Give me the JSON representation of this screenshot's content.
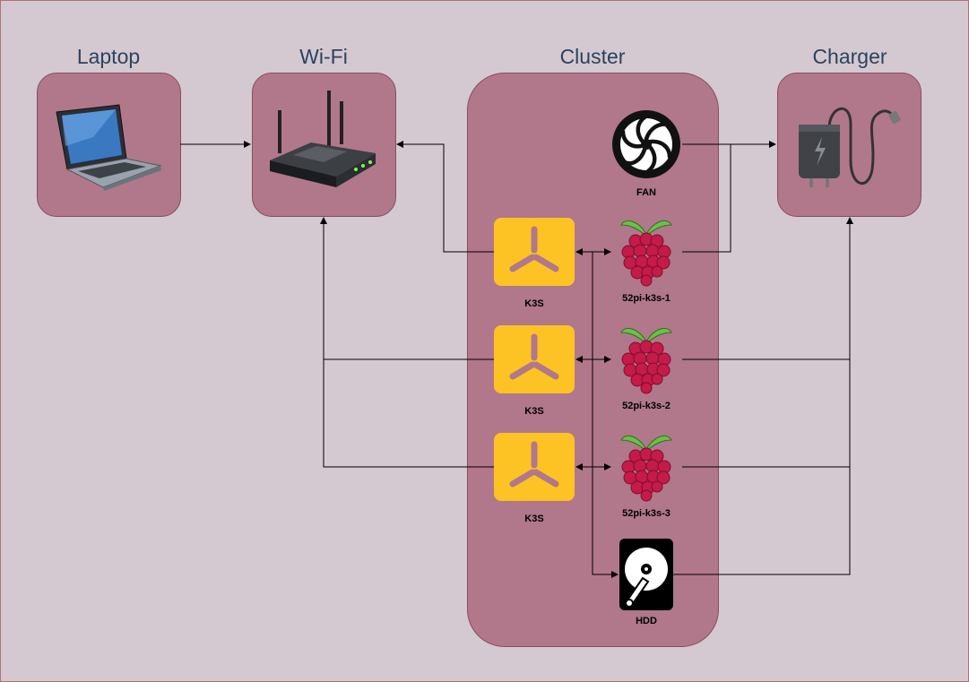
{
  "titles": {
    "laptop": "Laptop",
    "wifi": "Wi-Fi",
    "cluster": "Cluster",
    "charger": "Charger"
  },
  "labels": {
    "fan": "FAN",
    "k3s_1": "K3S",
    "k3s_2": "K3S",
    "k3s_3": "K3S",
    "pi_1": "52pi-k3s-1",
    "pi_2": "52pi-k3s-2",
    "pi_3": "52pi-k3s-3",
    "hdd": "HDD"
  },
  "colors": {
    "background": "#d4c9d0",
    "box_fill": "#b0788a",
    "box_border": "#8a4c5e",
    "title_text": "#2b4260",
    "k3s_yellow": "#fdc223",
    "raspberry_red": "#c51a4a",
    "leaf_green": "#6cc04a"
  },
  "icons": {
    "laptop": "laptop-icon",
    "router": "wifi-router-icon",
    "charger": "charger-icon",
    "fan": "fan-icon",
    "k3s": "k3s-logo-icon",
    "raspberry": "raspberry-pi-icon",
    "hdd": "hard-drive-icon"
  }
}
